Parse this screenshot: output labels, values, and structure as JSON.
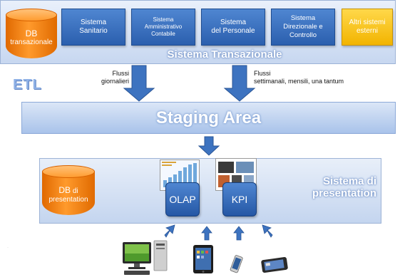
{
  "top_band": {
    "title": "Sistema Transazionale",
    "db": {
      "line1": "DB",
      "line2": "transazionale"
    },
    "systems": [
      {
        "label": "Sistema\nSanitario"
      },
      {
        "label": "Sistema\nAmministrativo\nContabile"
      },
      {
        "label": "Sistema\ndel Personale"
      },
      {
        "label": "Sistema\nDirezionale e\nControllo"
      },
      {
        "label": "Altri sistemi\nesterni"
      }
    ]
  },
  "etl_label": "ETL",
  "flows": {
    "left": "Flussi\ngiornalieri",
    "right": "Flussi\nsettimanali, mensili, una tantum"
  },
  "staging": {
    "title": "Staging Area"
  },
  "presentation": {
    "title": "Sistema di\npresentation",
    "db": {
      "line1": "DB",
      "line1b": " di",
      "line2": "presentation"
    },
    "tools": {
      "olap": "OLAP",
      "kpi": "KPI"
    }
  },
  "devices": [
    "desktop-computer-icon",
    "tablet-icon",
    "smartphone-icon",
    "small-tablet-icon"
  ],
  "colors": {
    "system_blue": "#2b5fae",
    "external_yellow": "#f2b400",
    "db_orange": "#ff8c1a",
    "arrow_blue": "#3d73c0"
  }
}
